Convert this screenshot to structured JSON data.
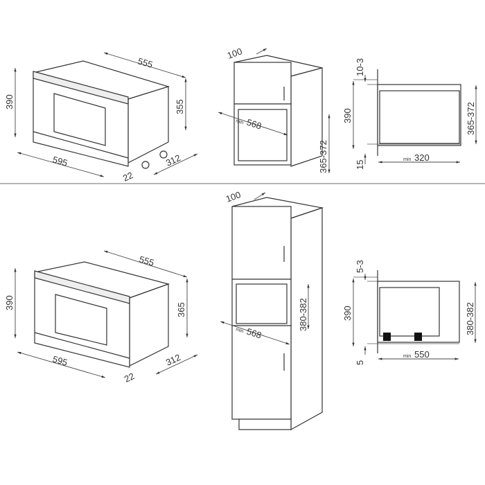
{
  "top": {
    "oven": {
      "depth": "555",
      "height": "390",
      "side_height": "355",
      "width": "595",
      "front_offset": "22",
      "depth_side": "312"
    },
    "cabinet": {
      "top_gap": "100",
      "min_label": "min",
      "min_width": "568",
      "niche_height": "365-372"
    },
    "side": {
      "top_gap": "10-3",
      "height": "390",
      "bottom_gap": "15",
      "min_label": "min",
      "min_depth": "320",
      "niche_height": "365-372"
    }
  },
  "bottom": {
    "oven": {
      "depth": "555",
      "height": "390",
      "side_height": "365",
      "width": "595",
      "front_offset": "22",
      "depth_side": "312"
    },
    "cabinet": {
      "top_gap": "100",
      "min_label": "min",
      "min_width": "568",
      "niche_height": "380-382"
    },
    "side": {
      "top_gap": "5-3",
      "height": "390",
      "bottom_gap": "5",
      "min_label": "min",
      "min_depth": "550",
      "niche_height": "380-382"
    }
  }
}
